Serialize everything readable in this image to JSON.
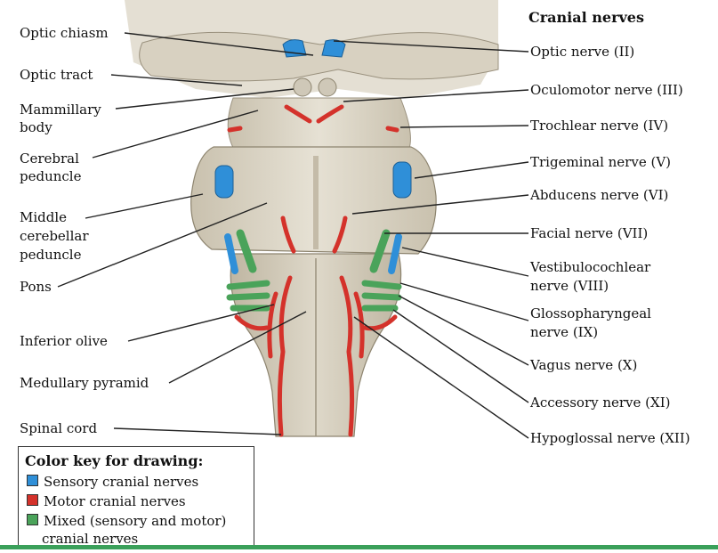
{
  "heading": "Cranial nerves",
  "left_labels": {
    "optic_chiasm": "Optic chiasm",
    "optic_tract": "Optic tract",
    "mammillary_body": [
      "Mammillary",
      "body"
    ],
    "cerebral_peduncle": [
      "Cerebral",
      "peduncle"
    ],
    "middle_cerebellar_peduncle": [
      "Middle",
      "cerebellar",
      "peduncle"
    ],
    "pons": "Pons",
    "inferior_olive": "Inferior olive",
    "medullary_pyramid": "Medullary pyramid",
    "spinal_cord": "Spinal cord"
  },
  "right_labels": {
    "optic_nerve": "Optic nerve (II)",
    "oculomotor_nerve": "Oculomotor nerve (III)",
    "trochlear_nerve": "Trochlear nerve (IV)",
    "trigeminal_nerve": "Trigeminal nerve (V)",
    "abducens_nerve": "Abducens nerve (VI)",
    "facial_nerve": "Facial nerve (VII)",
    "vestibulocochlear_nerve": [
      "Vestibulocochlear",
      "nerve (VIII)"
    ],
    "glossopharyngeal_nerve": [
      "Glossopharyngeal",
      "nerve (IX)"
    ],
    "vagus_nerve": "Vagus nerve (X)",
    "accessory_nerve": "Accessory nerve  (XI)",
    "hypoglossal_nerve": "Hypoglossal nerve (XII)"
  },
  "color_key": {
    "title": "Color key for drawing:",
    "items": [
      {
        "label": "Sensory cranial nerves",
        "color": "#2f8fd8"
      },
      {
        "label": "Motor cranial nerves",
        "color": "#d4322b"
      },
      {
        "label": [
          "Mixed (sensory and motor)",
          "cranial nerves"
        ],
        "color": "#4aa35a"
      }
    ]
  },
  "colors": {
    "brain_tissue": "#d9d3c4",
    "tissue_shadow": "#b9b09c",
    "sensory": "#2f8fd8",
    "motor": "#d4322b",
    "mixed": "#4aa35a",
    "leader_line": "#222222"
  }
}
